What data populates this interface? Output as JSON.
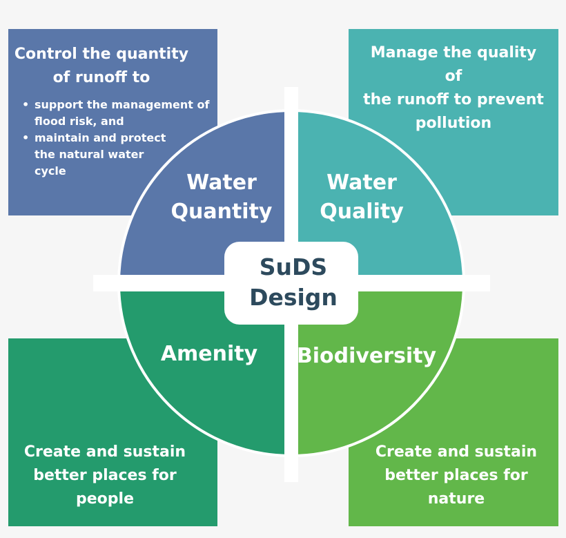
{
  "colors": {
    "background": "#f6f6f6",
    "water_quantity": "#5a77a9",
    "water_quality": "#4bb3b1",
    "amenity": "#249b6d",
    "biodiversity": "#62b74a",
    "center_text": "#2d4a5d",
    "divider": "#ffffff"
  },
  "center": {
    "label": "SuDS\nDesign"
  },
  "quadrants": {
    "water_quantity": {
      "label": "Water\nQuantity"
    },
    "water_quality": {
      "label": "Water\nQuality"
    },
    "amenity": {
      "label": "Amenity"
    },
    "biodiversity": {
      "label": "Biodiversity"
    }
  },
  "boxes": {
    "top_left": {
      "heading": "Control the quantity\nof runoff to",
      "bullets": [
        "support the management of\nflood risk, and",
        "maintain and protect\nthe natural water\ncycle"
      ]
    },
    "top_right": {
      "text": "Manage the quality of\nthe runoff to prevent\npollution"
    },
    "bottom_left": {
      "text": "Create and sustain\nbetter places for\npeople"
    },
    "bottom_right": {
      "text": "Create and sustain\nbetter places for\nnature"
    }
  }
}
